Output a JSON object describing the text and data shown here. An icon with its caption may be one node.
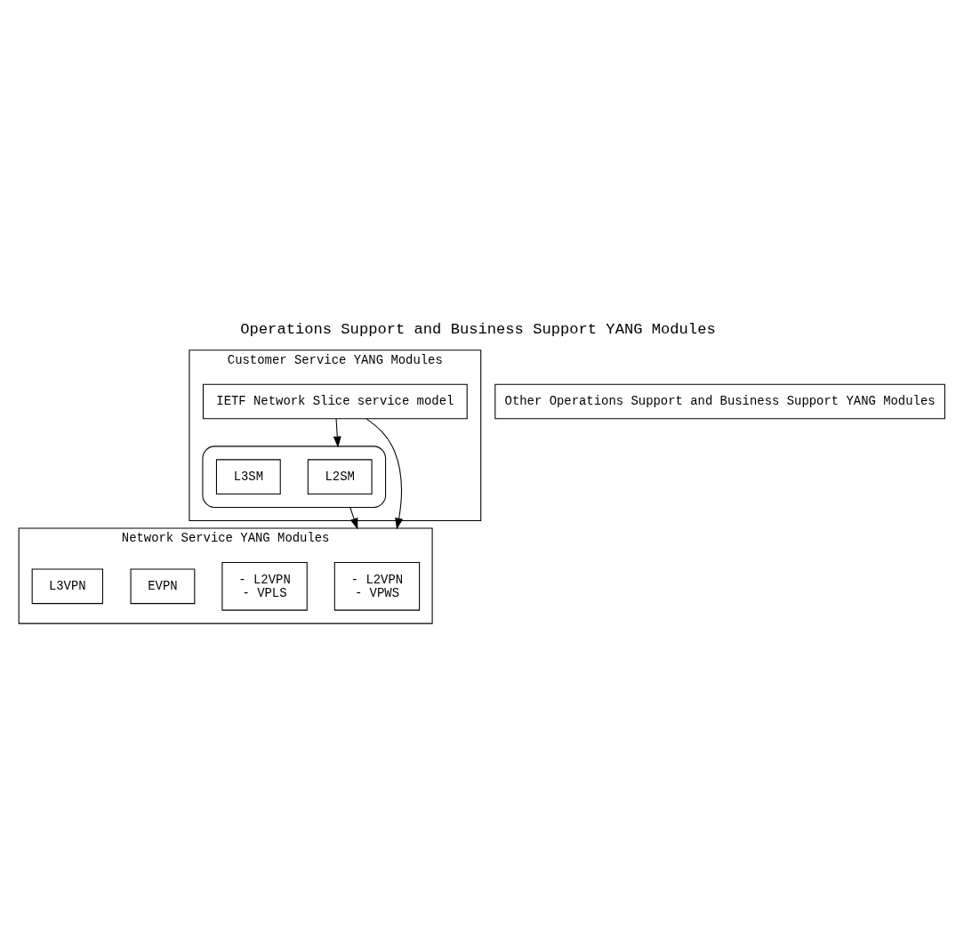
{
  "diagram": {
    "title": "Operations Support and Business Support YANG Modules",
    "nodes": [
      {
        "text": [
          "Customer Service YANG Modules"
        ]
      },
      {
        "text": [
          "IETF Network Slice service model"
        ],
        "in": 0
      },
      {
        "text": [],
        "shape": "box",
        "in": 0
      },
      {
        "text": [
          "L2SM"
        ],
        "in": 2
      },
      {
        "text": [
          "L3SM"
        ],
        "in": 2
      },
      {
        "text": [
          "Other Operations Support and Business Support YANG Modules"
        ]
      },
      {
        "text": [
          "Network Service YANG Modules"
        ]
      },
      {
        "text": [
          "- L2VPN",
          "- VPWS"
        ],
        "in": 6
      },
      {
        "text": [
          "- L2VPN",
          "- VPLS"
        ],
        "in": 6
      },
      {
        "text": [
          "EVPN"
        ],
        "in": 6
      },
      {
        "text": [
          "L3VPN"
        ],
        "in": 6
      }
    ],
    "edges": [
      {
        "from": 1,
        "to": 2,
        "arrow": "to"
      },
      {
        "from": 2,
        "to": 6,
        "arrow": "to"
      },
      {
        "from": 1,
        "to": 6,
        "arrow": "to"
      }
    ]
  }
}
